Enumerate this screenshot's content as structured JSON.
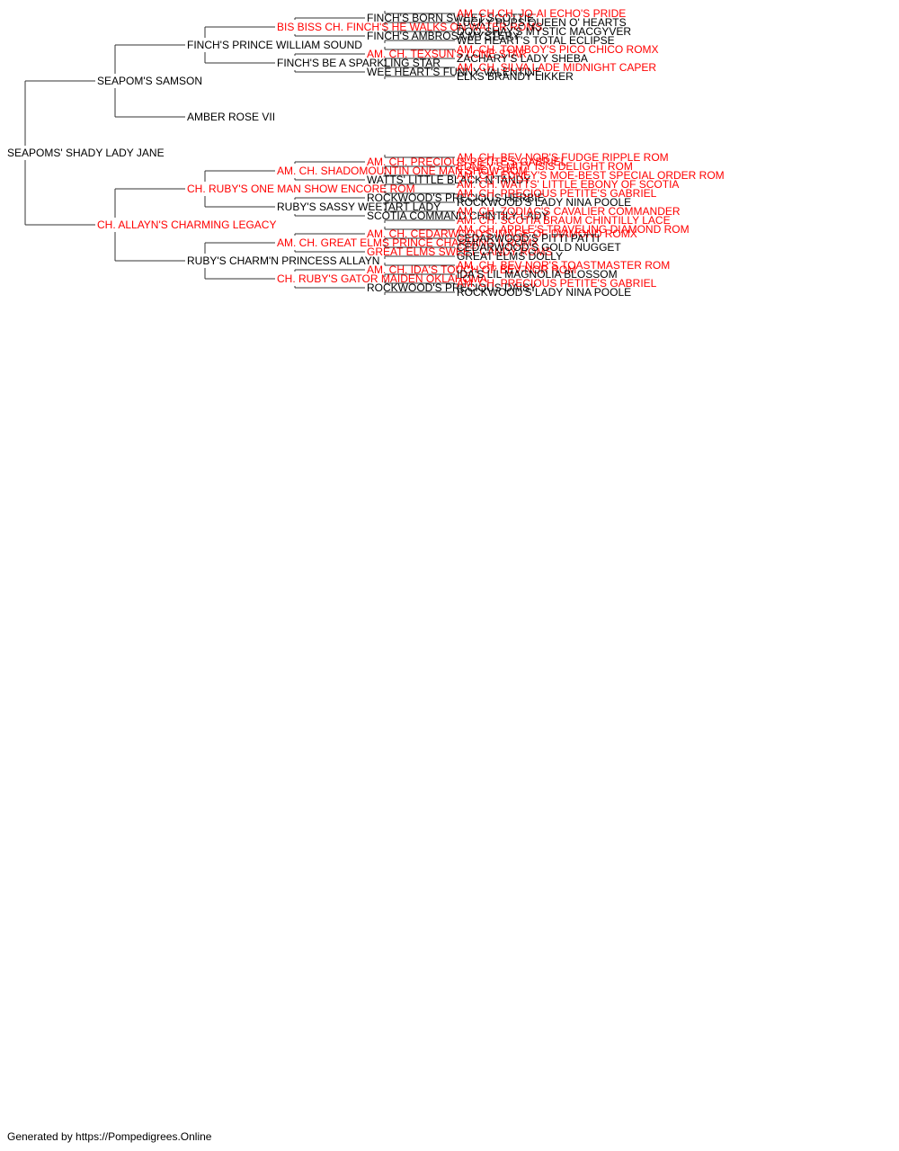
{
  "colors": {
    "champion": "#ff0000",
    "normal": "#000000",
    "connector": "#333333"
  },
  "footer": "Generated by https://Pompedigrees.Online",
  "pedigree": {
    "name": "SEAPOMS' SHADY LADY JANE",
    "champion": false,
    "sire": {
      "name": "SEAPOM'S SAMSON",
      "champion": false,
      "sire": {
        "name": "FINCH'S PRINCE WILLIAM SOUND",
        "champion": false,
        "sire": {
          "name": "BIS BISS CH. FINCH'S HE WALKS ON WATER ROMS",
          "champion": true,
          "sire": {
            "name": "FINCH'S BORN SWEET SCOTTIE",
            "champion": false,
            "sire": {
              "name": "AM. CH.CH. JO-AI ECHO'S PRIDE",
              "champion": true
            },
            "dam": {
              "name": "LUCKY PUPS QUEEN O' HEARTS",
              "champion": false
            }
          },
          "dam": {
            "name": "FINCH'S AMBROSA MYSTERY",
            "champion": false,
            "sire": {
              "name": "DOO-SHAY'S MYSTIC MACGYVER",
              "champion": false
            },
            "dam": {
              "name": "WEE HEART'S TOTAL ECLIPSE",
              "champion": false
            }
          }
        },
        "dam": {
          "name": "FINCH'S BE A SPARKLING STAR",
          "champion": false,
          "sire": {
            "name": "AM. CH. TEXSUN'S LONE STAR",
            "champion": true,
            "sire": {
              "name": "AM. CH. TOMBOY'S PICO CHICO ROMX",
              "champion": true
            },
            "dam": {
              "name": "ZACHARY'S LADY SHEBA",
              "champion": false
            }
          },
          "dam": {
            "name": "WEE HEART'S FUNNY VALENTINE",
            "champion": false,
            "sire": {
              "name": "AM. CH. SILVA LADE MIDNIGHT CAPER",
              "champion": true
            },
            "dam": {
              "name": "ELKS BRANDY LIKKER",
              "champion": false
            }
          }
        }
      },
      "dam": {
        "name": "AMBER ROSE VII",
        "champion": false
      }
    },
    "dam": {
      "name": "CH. ALLAYN'S CHARMING LEGACY",
      "champion": true,
      "sire": {
        "name": "CH. RUBY'S ONE MAN SHOW ENCORE ROM",
        "champion": true,
        "sire": {
          "name": "AM. CH. SHADOMOUNTIN ONE MAN SHOW ROM",
          "champion": true,
          "sire": {
            "name": "AM. CH. PRECIOUS PETITE'S GABRIEL",
            "champion": true,
            "sire": {
              "name": "AM. CH. BEV-NOR'S FUDGE RIPPLE ROM",
              "champion": true
            },
            "dam": {
              "name": "EDNEY'S MITY ISIS DELIGHT ROM",
              "champion": true
            }
          },
          "dam": {
            "name": "WATTS' LITTLE BLACK N'TANDY",
            "champion": false,
            "sire": {
              "name": "AM. CH. EDNEY'S MOE-BEST SPECIAL ORDER ROM",
              "champion": true
            },
            "dam": {
              "name": "AM. CH. WATTS' LITTLE EBONY OF SCOTIA",
              "champion": true
            }
          }
        },
        "dam": {
          "name": "RUBY'S SASSY WEETART LADY",
          "champion": false,
          "sire": {
            "name": "ROCKWOOD'S PRECIOUS HERBIE",
            "champion": false,
            "sire": {
              "name": "AM. CH. PRECIOUS PETITE'S GABRIEL",
              "champion": true
            },
            "dam": {
              "name": "ROCKWOOD'S LADY NINA POOLE",
              "champion": false
            }
          },
          "dam": {
            "name": "SCOTIA COMMAND CHINTILY LADY",
            "champion": false,
            "sire": {
              "name": "AM. CH. ZODIAC'S CAVALIER COMMANDER",
              "champion": true
            },
            "dam": {
              "name": "AM. CH. SCOTIA BRAUM CHINTILLY LACE",
              "champion": true
            }
          }
        }
      },
      "dam": {
        "name": "RUBY'S CHARM'N PRINCESS ALLAYN",
        "champion": false,
        "sire": {
          "name": "AM. CH. GREAT ELMS PRINCE CHARMING II ROMX",
          "champion": true,
          "sire": {
            "name": "AM. CH. CEDARWOOD'S IMAGE OF DIAMOND ROMX",
            "champion": true,
            "sire": {
              "name": "AM. CH. APPLE'S TRAVELING DIAMOND ROM",
              "champion": true
            },
            "dam": {
              "name": "CEDARWOOD'S PITTI PATTI",
              "champion": false
            }
          },
          "dam": {
            "name": "GREAT ELMS SWEET CANDY ROMS",
            "champion": true,
            "sire": {
              "name": "CEDARWOOD'S GOLD NUGGET",
              "champion": false
            },
            "dam": {
              "name": "GREAT ELMS DOLLY",
              "champion": false
            }
          }
        },
        "dam": {
          "name": "CH. RUBY'S GATOR MAIDEN OKLAHOMA",
          "champion": true,
          "sire": {
            "name": "AM. CH. IDA'S TOUCH OF BEV-NOR ROM",
            "champion": true,
            "sire": {
              "name": "AM. CH. BEV-NOR'S TOASTMASTER ROM",
              "champion": true
            },
            "dam": {
              "name": "IDA'S LIL MAGNOLIA BLOSSOM",
              "champion": false
            }
          },
          "dam": {
            "name": "ROCKWOOD'S PRECIOUS DAISY",
            "champion": false,
            "sire": {
              "name": "AM. CH. PRECIOUS PETITE'S GABRIEL",
              "champion": true
            },
            "dam": {
              "name": "ROCKWOOD'S LADY NINA POOLE",
              "champion": false
            }
          }
        }
      }
    }
  }
}
